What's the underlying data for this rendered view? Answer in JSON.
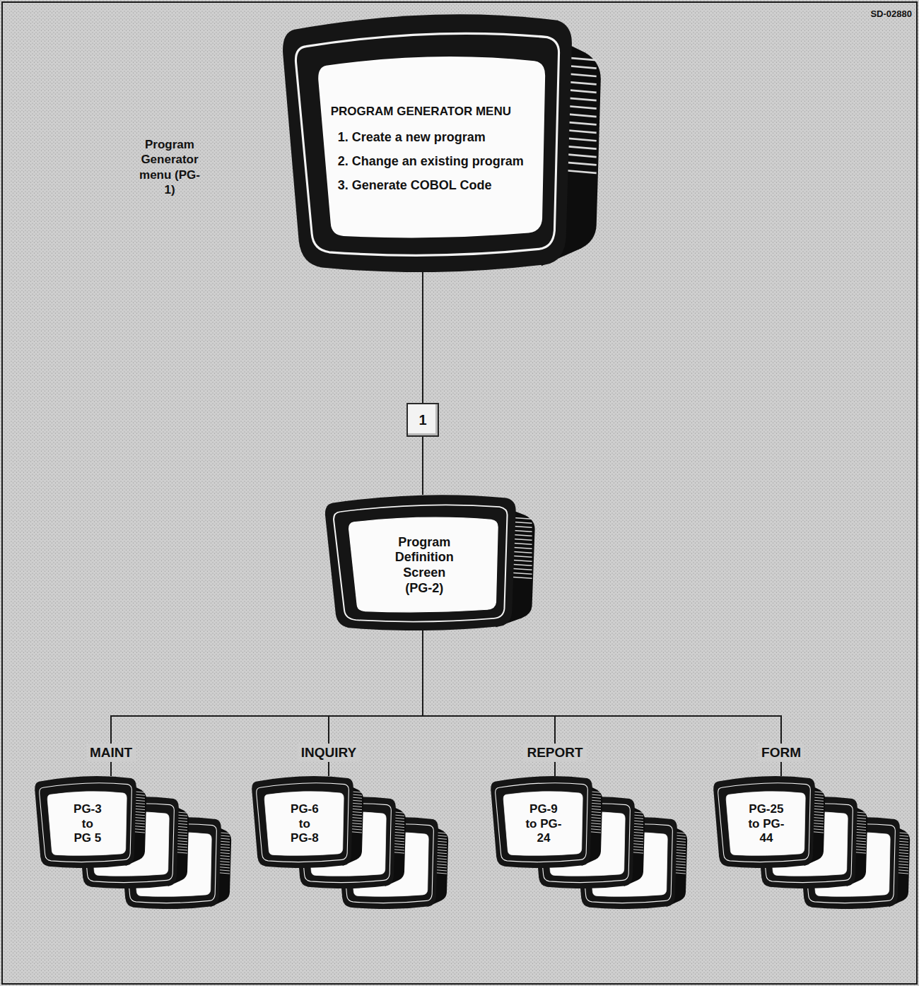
{
  "diagram": {
    "nodes": [
      {
        "text": [
          "PROGRAM GENERATOR MENU",
          "1. Create a new program",
          "2. Change an existing program",
          "3. Generate COBOL Code"
        ]
      },
      {
        "text": [
          "1"
        ]
      },
      {
        "text": [
          "Program Definition Screen (PG-2)"
        ]
      },
      {
        "text": [
          "PG-3 to PG 5"
        ]
      },
      {
        "text": [
          "PG-6 to PG-8"
        ]
      },
      {
        "text": [
          "PG-9 to PG-24"
        ]
      },
      {
        "text": [
          "PG-25 to PG-44"
        ]
      }
    ],
    "edges": [
      {
        "from": 0,
        "to": 1,
        "arrow": "none"
      },
      {
        "from": 1,
        "to": 2,
        "arrow": "none"
      },
      {
        "from": 2,
        "to": 3,
        "label": "MAINT",
        "arrow": "none"
      },
      {
        "from": 2,
        "to": 4,
        "label": "INQUIRY",
        "arrow": "none"
      },
      {
        "from": 2,
        "to": 5,
        "label": "REPORT",
        "arrow": "none"
      },
      {
        "from": 2,
        "to": 6,
        "label": "FORM",
        "arrow": "none"
      }
    ],
    "labels": [
      "SD-02880",
      "Program Generator menu (PG-1)"
    ]
  }
}
